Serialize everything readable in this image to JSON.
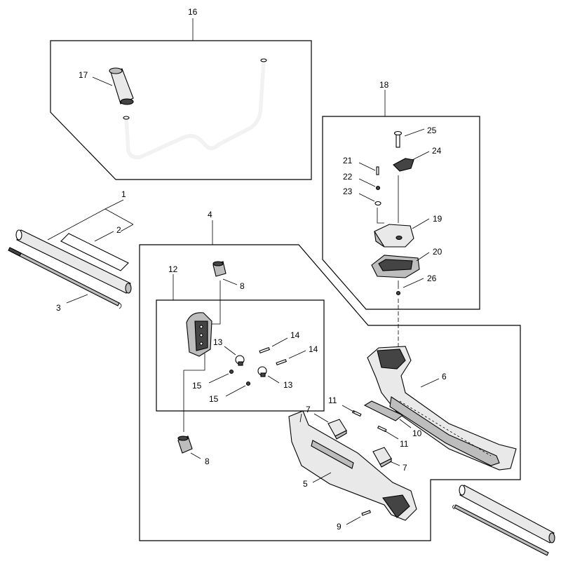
{
  "labels": {
    "l1": "1",
    "l2": "2",
    "l3": "3",
    "l4": "4",
    "l5": "5",
    "l6": "6",
    "l7a": "7",
    "l7b": "7",
    "l8a": "8",
    "l8b": "8",
    "l9": "9",
    "l10": "10",
    "l11a": "11",
    "l11b": "11",
    "l12": "12",
    "l13a": "13",
    "l13b": "13",
    "l14a": "14",
    "l14b": "14",
    "l15a": "15",
    "l15b": "15",
    "l16": "16",
    "l17": "17",
    "l18": "18",
    "l19": "19",
    "l20": "20",
    "l21": "21",
    "l22": "22",
    "l23": "23",
    "l24": "24",
    "l25": "25",
    "l26": "26"
  }
}
